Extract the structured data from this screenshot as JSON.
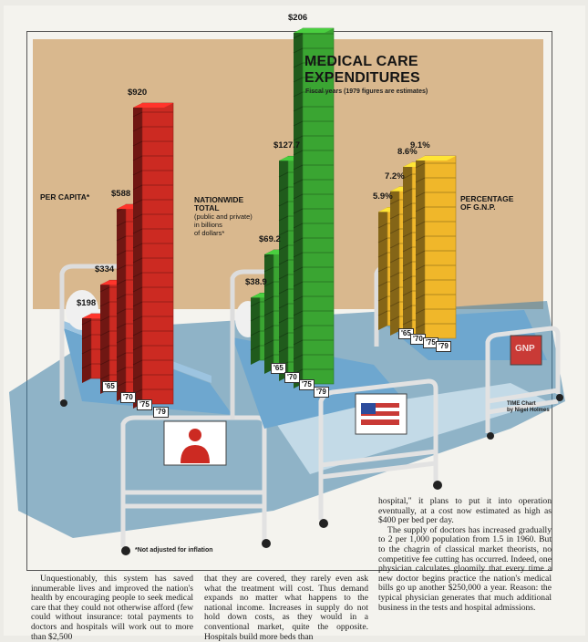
{
  "header": {
    "title_line1": "MEDICAL CARE",
    "title_line2": "EXPENDITURES",
    "subtitle": "Fiscal years (1979 figures are estimates)"
  },
  "labels": {
    "per_capita": "PER CAPITA*",
    "nationwide_title_1": "NATIONWIDE",
    "nationwide_title_2": "TOTAL",
    "nationwide_sub_1": "(public and private)",
    "nationwide_sub_2": "in billions",
    "nationwide_sub_3": "of dollars*",
    "pct_gnp_1": "PERCENTAGE",
    "pct_gnp_2": "OF G.N.P.",
    "gnp_sign": "GNP",
    "credit_1": "TIME Chart",
    "credit_2": "by Nigel Holmes",
    "footnote": "*Not adjusted for inflation"
  },
  "chart_data": [
    {
      "type": "bar",
      "title": "PER CAPITA*",
      "categories": [
        "'65",
        "'70",
        "'75",
        "'79"
      ],
      "values": [
        198,
        334,
        588,
        920
      ],
      "value_labels": [
        "$198",
        "$334",
        "$588",
        "$920"
      ],
      "color": "#cc2a22"
    },
    {
      "type": "bar",
      "title": "NATIONWIDE TOTAL",
      "categories": [
        "'65",
        "'70",
        "'75",
        "'79"
      ],
      "values": [
        38.9,
        69.2,
        127.7,
        206
      ],
      "value_labels": [
        "$38.9",
        "$69.2",
        "$127.7",
        "$206"
      ],
      "color": "#3aa532"
    },
    {
      "type": "bar",
      "title": "PERCENTAGE OF G.N.P.",
      "categories": [
        "'65",
        "'70",
        "'75",
        "'79"
      ],
      "values": [
        5.9,
        7.2,
        8.6,
        9.1
      ],
      "value_labels": [
        "5.9%",
        "7.2%",
        "8.6%",
        "9.1%"
      ],
      "color": "#f0b72a"
    }
  ],
  "article": {
    "col1": "Unquestionably, this system has saved innumerable lives and improved the nation's health by encouraging people to seek medical care that they could not otherwise afford (few could without insurance: total payments to doctors and hospitals will work out to more than $2,500",
    "col2": "that they are covered, they rarely even ask what the treatment will cost. Thus demand expands no matter what happens to the national income. Increases in supply do not hold down costs, as they would in a conventional market, quite the opposite. Hospitals build more beds than",
    "col3_p1": "hospital,\" it plans to put it into operation eventually, at a cost now estimated as high as $400 per bed per day.",
    "col3_p2": "The supply of doctors has increased gradually to 2 per 1,000 population from 1.5 in 1960. But to the chagrin of classical market theorists, no competitive fee cutting has occurred. Indeed, one physician calculates gloomily that every time a new doctor begins practice the nation's medical bills go up another $250,000 a year. Reason: the typical physician generates that much additional business in the tests and hospital admissions."
  }
}
